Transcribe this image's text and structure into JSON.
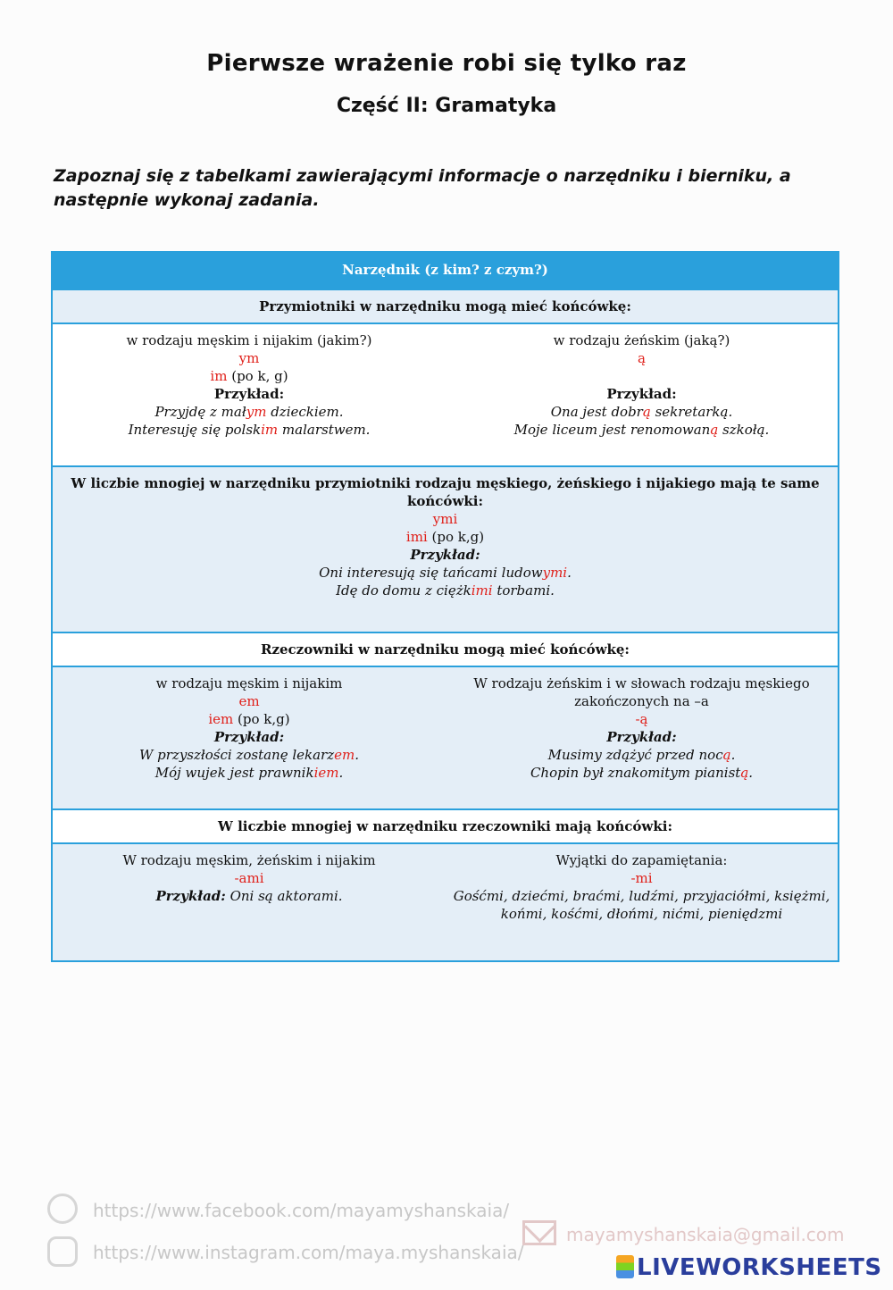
{
  "title": "Pierwsze wrażenie robi się tylko raz",
  "subtitle": "Część II: Gramatyka",
  "instruction": "Zapoznaj się z tabelkami zawierającymi informacje o narzędniku i bierniku, a następnie wykonaj zadania.",
  "table": {
    "header": "Narzędnik (z kim? z czym?)",
    "adj_heading": "Przymiotniki w narzędniku mogą mieć końcówkę:",
    "adj_left": {
      "label": "w rodzaju męskim i nijakim (jakim?)",
      "ending1": "ym",
      "ending2": "im",
      "ending2_note": " (po k, g)",
      "example_label": "Przykład:",
      "ex1_pre": "Przyjdę z mał",
      "ex1_red": "ym",
      "ex1_post": " dzieckiem.",
      "ex2_pre": "Interesuję się polsk",
      "ex2_red": "im",
      "ex2_post": " malarstwem."
    },
    "adj_right": {
      "label": "w rodzaju żeńskim (jaką?)",
      "ending1": "ą",
      "example_label": "Przykład:",
      "ex1_pre": "Ona jest dobr",
      "ex1_red": "ą",
      "ex1_post": " sekretarką.",
      "ex2_pre": "Moje liceum jest renomowan",
      "ex2_red": "ą",
      "ex2_post": " szkołą."
    },
    "plural_adj": {
      "heading_line1": "W liczbie mnogiej w narzędniku przymiotniki rodzaju męskiego, żeńskiego i nijakiego mają te same",
      "heading_line2": "końcówki:",
      "ending1": "ymi",
      "ending2": "imi",
      "ending2_note": " (po k,g)",
      "example_label": "Przykład:",
      "ex1_pre": "Oni interesują się tańcami ludow",
      "ex1_red": "ymi",
      "ex1_post": ".",
      "ex2_pre": "Idę do domu z ciężk",
      "ex2_red": "imi",
      "ex2_post": " torbami."
    },
    "noun_heading": "Rzeczowniki w narzędniku mogą mieć końcówkę:",
    "noun_left": {
      "label": "w rodzaju męskim i nijakim",
      "ending1": "em",
      "ending2": "iem",
      "ending2_note": " (po k,g)",
      "example_label": "Przykład:",
      "ex1_pre": "W przyszłości zostanę lekarz",
      "ex1_red": "em",
      "ex1_post": ".",
      "ex2_pre": "Mój wujek jest prawnik",
      "ex2_red": "iem",
      "ex2_post": "."
    },
    "noun_right": {
      "label_line1": "W rodzaju żeńskim i w słowach rodzaju męskiego",
      "label_line2": "zakończonych na –a",
      "ending1": "-ą",
      "example_label": "Przykład:",
      "ex1_pre": "Musimy zdążyć przed noc",
      "ex1_red": "ą",
      "ex1_post": ".",
      "ex2_pre": "Chopin był znakomitym pianist",
      "ex2_red": "ą",
      "ex2_post": "."
    },
    "plural_noun_heading": "W liczbie mnogiej w narzędniku rzeczowniki mają końcówki:",
    "plural_noun_left": {
      "label": "W rodzaju męskim, żeńskim i nijakim",
      "ending1": "-ami",
      "example_label": "Przykład:",
      "ex1": " Oni są aktorami."
    },
    "plural_noun_right": {
      "label": "Wyjątki do zapamiętania:",
      "ending1": "-mi",
      "line1": "Gośćmi, dziećmi, braćmi, ludźmi, przyjaciółmi, księżmi,",
      "line2": "końmi, kośćmi, dłońmi, nićmi, pieniędzmi"
    }
  },
  "footer": {
    "facebook": "https://www.facebook.com/mayamyshanskaia/",
    "instagram": "https://www.instagram.com/maya.myshanskaia/",
    "email": "mayamyshanskaia@gmail.com",
    "brand": "LIVEWORKSHEETS",
    "icons": [
      "messenger-icon",
      "instagram-icon",
      "mail-icon",
      "liveworksheets-logo-icon"
    ]
  }
}
